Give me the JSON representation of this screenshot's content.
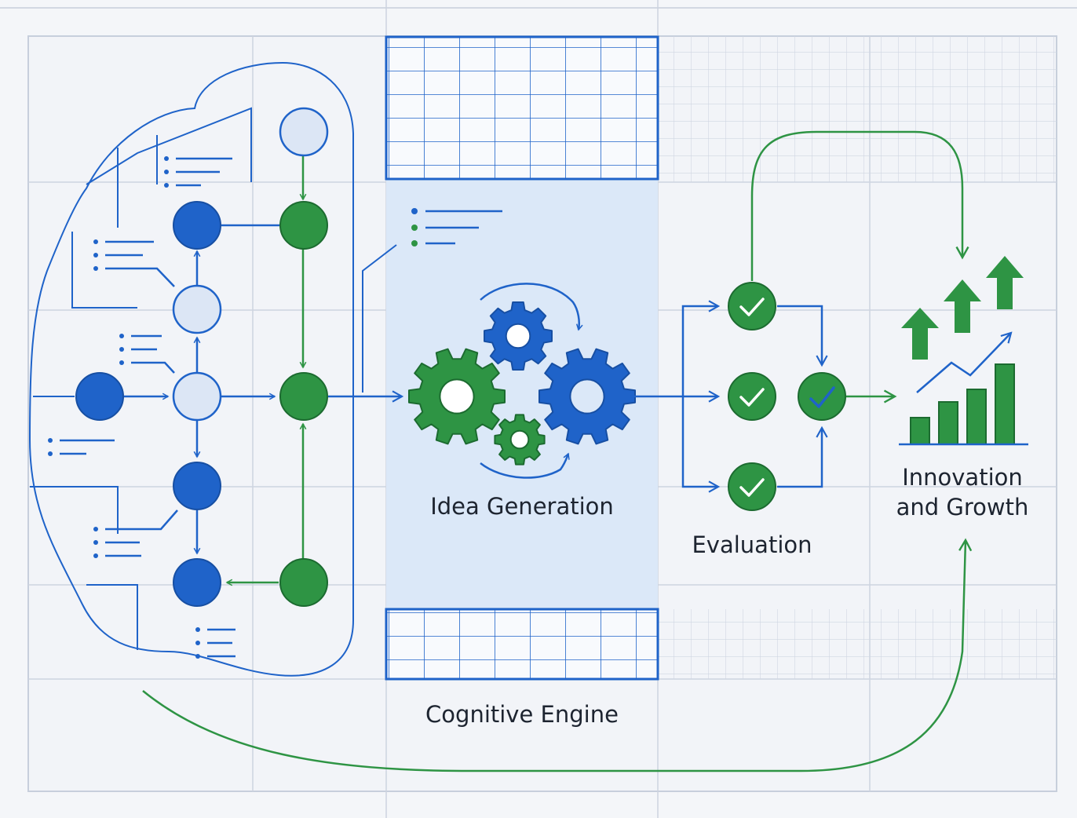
{
  "labels": {
    "idea_generation": "Idea Generation",
    "evaluation": "Evaluation",
    "innovation_line1": "Innovation",
    "innovation_line2": "and Growth",
    "cognitive_engine": "Cognitive Engine"
  },
  "colors": {
    "blue": "#1f63c9",
    "green": "#2e9444",
    "pale_node": "#dce6f5",
    "engine_panel": "#dbe8f8",
    "grid_line": "#c7cfdc",
    "background": "#f4f6f9"
  },
  "icons": [
    "gear-icon",
    "check-icon",
    "bar-chart-icon",
    "up-arrow-icon",
    "list-icon"
  ]
}
